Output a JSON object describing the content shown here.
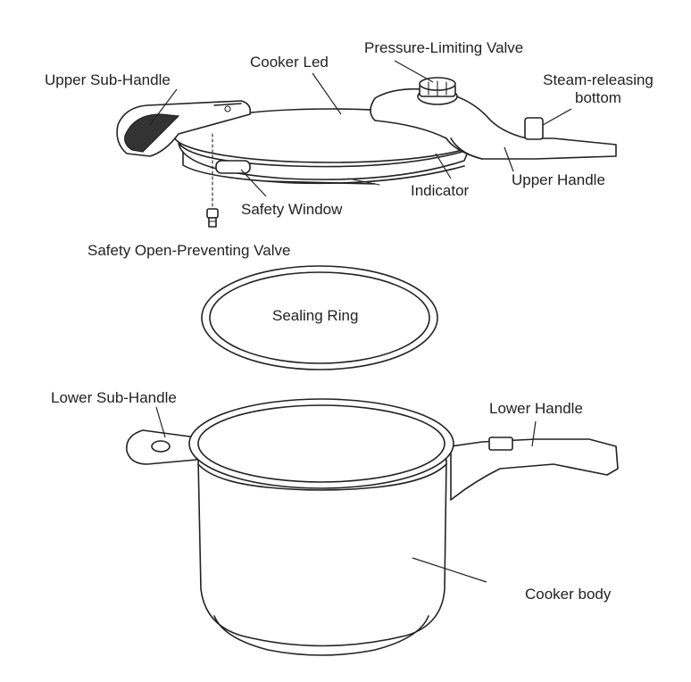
{
  "labels": {
    "pressure_limiting_valve": "Pressure-Limiting Valve",
    "cooker_lid": "Cooker Led",
    "upper_sub_handle": "Upper Sub-Handle",
    "steam_releasing_line1": "Steam-releasing",
    "steam_releasing_line2": "bottom",
    "indicator": "Indicator",
    "upper_handle": "Upper Handle",
    "safety_window": "Safety Window",
    "safety_open_preventing_valve": "Safety Open-Preventing Valve",
    "sealing_ring": "Sealing Ring",
    "lower_sub_handle": "Lower Sub-Handle",
    "lower_handle": "Lower Handle",
    "cooker_body": "Cooker body"
  },
  "colors": {
    "ink": "#222222",
    "background": "#ffffff"
  }
}
